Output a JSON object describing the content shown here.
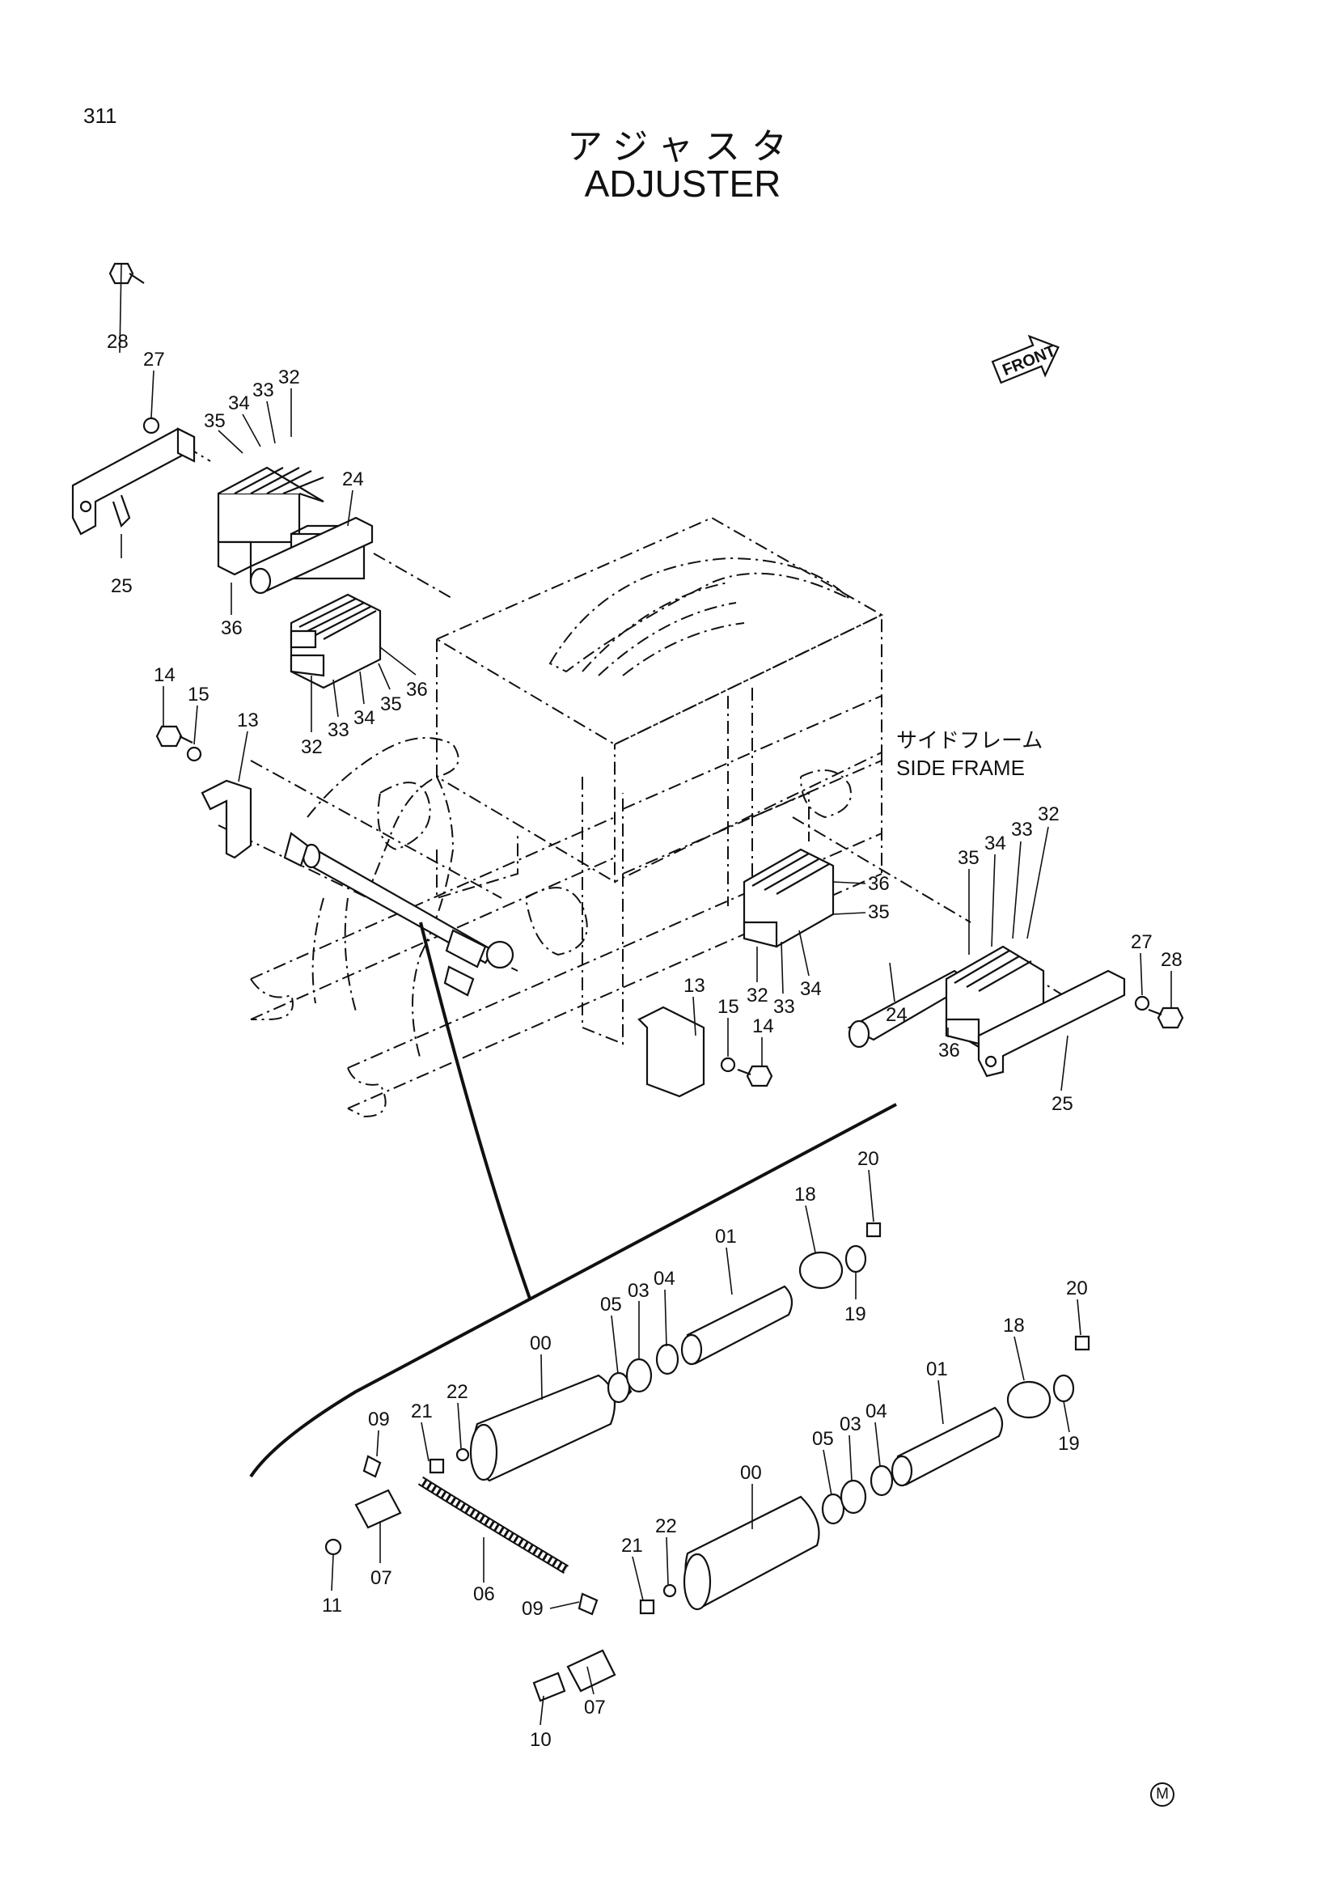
{
  "page": {
    "number": "311"
  },
  "title": {
    "japanese": "アジャスタ",
    "english": "ADJUSTER"
  },
  "orientation_marker": {
    "label": "FRONT"
  },
  "frame_label": {
    "japanese": "サイドフレーム",
    "english": "SIDE FRAME"
  },
  "callouts": [
    "28",
    "27",
    "35",
    "34",
    "33",
    "32",
    "24",
    "25",
    "36",
    "32",
    "33",
    "34",
    "35",
    "36",
    "14",
    "15",
    "13",
    "35",
    "34",
    "33",
    "32",
    "36",
    "35",
    "32",
    "33",
    "34",
    "24",
    "27",
    "28",
    "36",
    "25",
    "13",
    "15",
    "14",
    "20",
    "18",
    "01",
    "19",
    "05",
    "03",
    "04",
    "00",
    "09",
    "21",
    "22",
    "07",
    "11",
    "06",
    "09",
    "20",
    "18",
    "01",
    "19",
    "05",
    "03",
    "04",
    "00",
    "22",
    "21",
    "07",
    "10"
  ],
  "corner_mark": "M"
}
